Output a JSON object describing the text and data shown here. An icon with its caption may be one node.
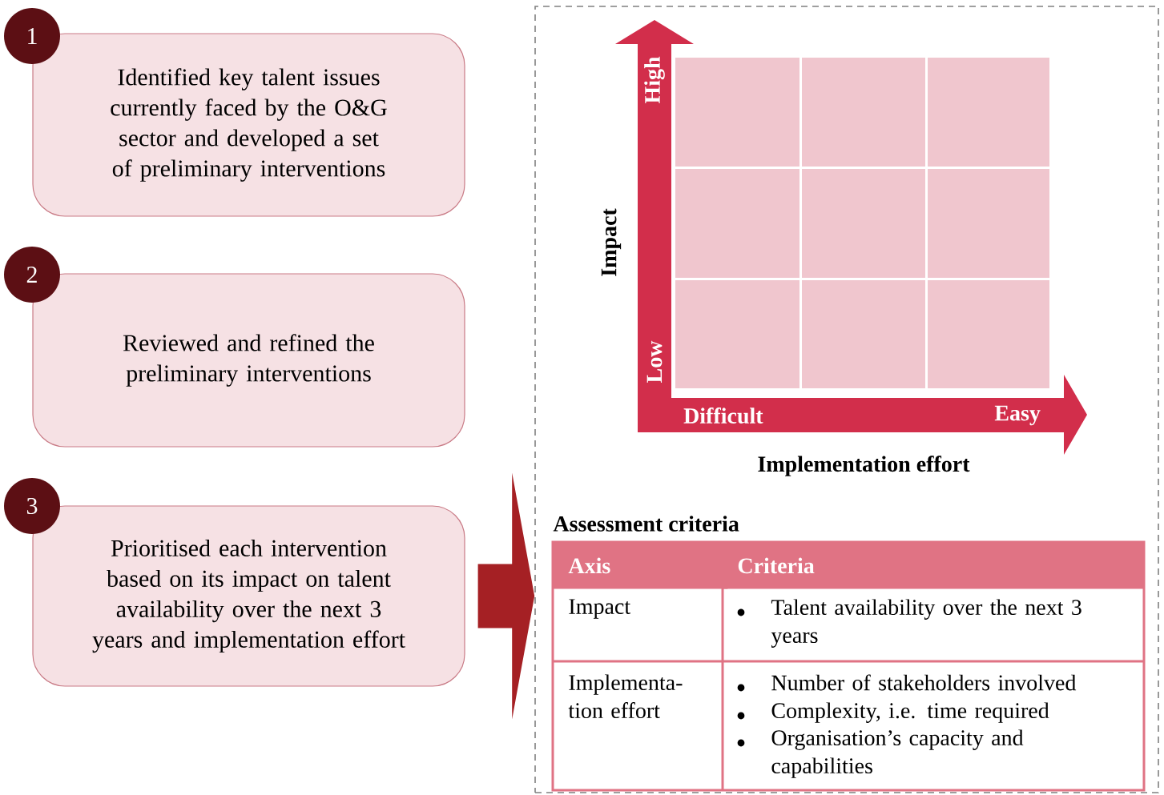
{
  "diagram": {
    "nodes": [
      {
        "text": [
          "1"
        ]
      },
      {
        "text": [
          "Identified key talent issues currently faced by the O&G sector and developed a set of preliminary interventions"
        ]
      },
      {
        "text": [
          "2"
        ]
      },
      {
        "text": [
          "Reviewed and refined the preliminary interventions"
        ]
      },
      {
        "text": [
          "3"
        ]
      },
      {
        "text": [
          "Prioritised each intervention based on its impact on talent availability over the next 3 years and implementation effort"
        ]
      },
      {
        "text": [],
        "shape": "box"
      }
    ],
    "edges": [
      {
        "from": 5,
        "to": 6,
        "arrow": "to",
        "style": "thick"
      }
    ],
    "labels": [
      "High",
      "Impact",
      "Low",
      "Difficult",
      "Easy",
      "Implementation effort",
      "Assessment criteria",
      "Axis",
      "Criteria",
      "Impact",
      "Talent availability over the next 3 years",
      "Implementa-tion effort",
      "Number of stakeholders involved",
      "Complexity, i.e. time required",
      "Organisation’s capacity and capabilities"
    ]
  }
}
